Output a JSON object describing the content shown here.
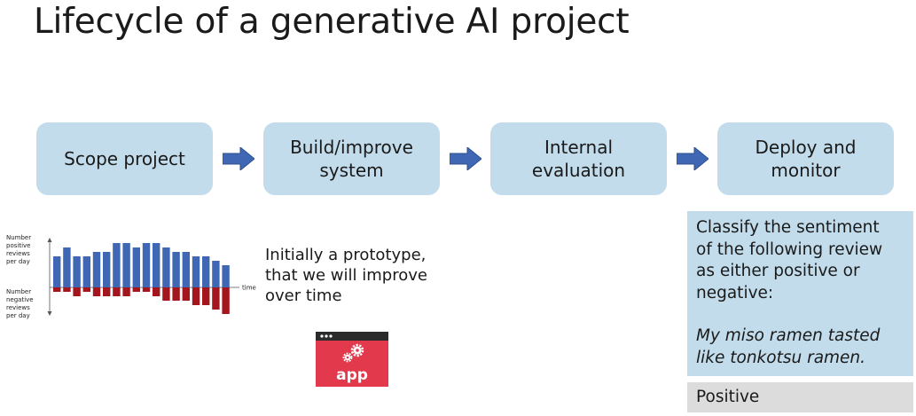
{
  "title": "Lifecycle of a generative AI project",
  "stages": [
    {
      "label": "Scope project"
    },
    {
      "label": "Build/improve\nsystem"
    },
    {
      "label": "Internal\nevaluation"
    },
    {
      "label": "Deploy and\nmonitor"
    }
  ],
  "chart": {
    "positive_label": [
      "Number",
      "positive",
      "reviews",
      "per day"
    ],
    "negative_label": [
      "Number",
      "negative",
      "reviews",
      "per day"
    ],
    "x_label": "time",
    "colors": {
      "positive": "#3f67b3",
      "negative": "#a4161e"
    }
  },
  "chart_data": {
    "type": "bar",
    "xlabel": "time",
    "series": [
      {
        "values": [
          7,
          9,
          7,
          7,
          8,
          8,
          10,
          10,
          9,
          10,
          10,
          9,
          8,
          8,
          7,
          7,
          6,
          5
        ]
      },
      {
        "values": [
          -1,
          -1,
          -2,
          -1,
          -2,
          -2,
          -2,
          -2,
          -1,
          -1,
          -2,
          -3,
          -3,
          -3,
          -4,
          -4,
          -5,
          -6
        ]
      }
    ]
  },
  "note": "Initially a prototype,\nthat we will improve\nover time",
  "app_icon": {
    "label": "app",
    "color": "#e23a4c"
  },
  "prompt": {
    "text": "Classify the sentiment\nof the following review\nas either positive or\nnegative:",
    "review": "My miso ramen tasted\nlike tonkotsu ramen.",
    "output": "Positive"
  },
  "colors": {
    "stage_fill": "#c2dceb",
    "arrow": "#3f67b3",
    "output_fill": "#dcdcdc"
  }
}
